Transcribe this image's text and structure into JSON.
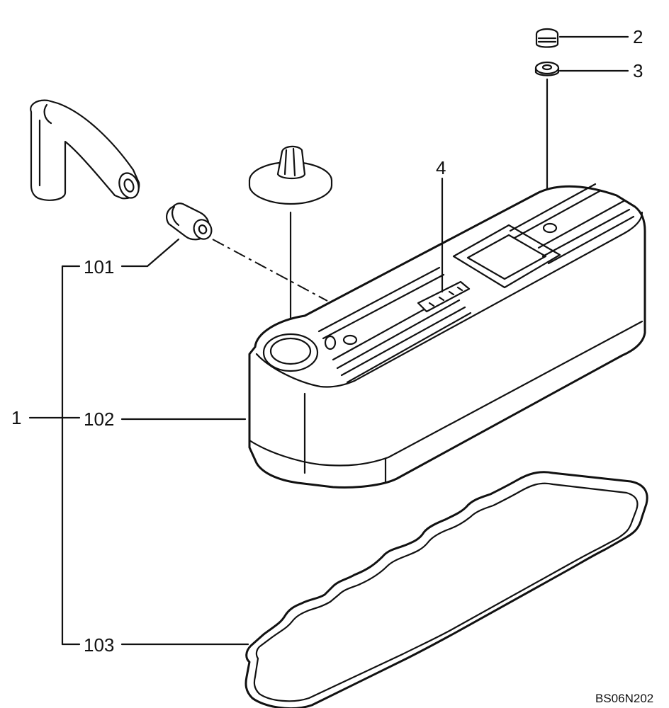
{
  "callouts": {
    "assembly": "1",
    "cap": "2",
    "washer": "3",
    "label": "4",
    "grommet": "101",
    "cover": "102",
    "gasket": "103"
  },
  "drawing_code": "BS06N202"
}
